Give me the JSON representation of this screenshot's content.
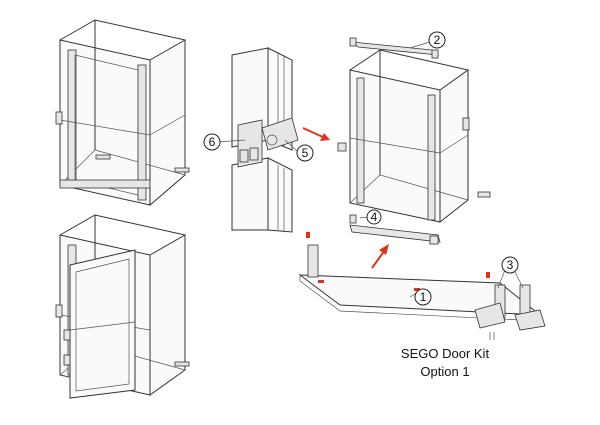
{
  "caption": {
    "title": "SEGO Door Kit",
    "subtitle": "Option 1"
  },
  "callouts": [
    {
      "id": "1",
      "label": "1"
    },
    {
      "id": "2",
      "label": "2"
    },
    {
      "id": "3",
      "label": "3"
    },
    {
      "id": "4",
      "label": "4"
    },
    {
      "id": "5",
      "label": "5"
    },
    {
      "id": "6",
      "label": "6"
    }
  ],
  "colors": {
    "line": "#333333",
    "arrow": "#e0301e"
  }
}
